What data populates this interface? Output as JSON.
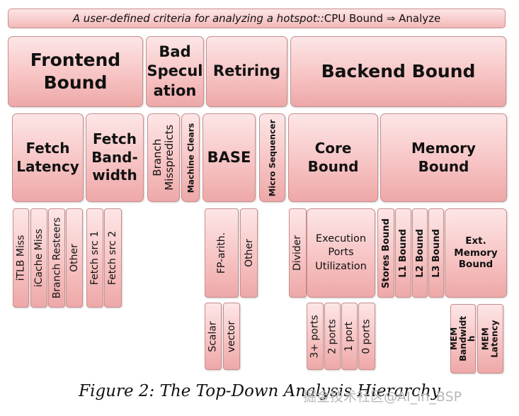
{
  "banner": {
    "italic_text": "A user-defined criteria for analyzing a hotspot::",
    "plain_text": " CPU Bound ⇒ Analyze"
  },
  "level1": {
    "frontend": "Frontend\nBound",
    "bad_spec": "Bad\nSpecul\nation",
    "retiring": "Retiring",
    "backend": "Backend Bound"
  },
  "level2": {
    "fetch_latency": "Fetch\nLatency",
    "fetch_bandwidth": "Fetch\nBand-\nwidth",
    "branch_mispredicts": "Branch\nMisspredicts",
    "machine_clears": "Machine Clears",
    "base": "BASE",
    "micro_sequencer": "Micro Sequencer",
    "core_bound": "Core\nBound",
    "memory_bound": "Memory\nBound"
  },
  "level3": {
    "itlb_miss": "iTLB Miss",
    "icache_miss": "iCache Miss",
    "branch_resteers": "Branch Resteers",
    "fl_other": "Other",
    "fetch_src1": "Fetch src 1",
    "fetch_src2": "Fetch src 2",
    "fp_arith": "FP-arith.",
    "base_other": "Other",
    "divider": "Divider",
    "exec_ports": "Execution\nPorts\nUtilization",
    "stores_bound": "Stores Bound",
    "l1_bound": "L1 Bound",
    "l2_bound": "L2 Bound",
    "l3_bound": "L3 Bound",
    "ext_memory": "Ext.\nMemory\nBound"
  },
  "level4": {
    "scalar": "Scalar",
    "vector": "vector",
    "ports3": "3+ ports",
    "ports2": "2 ports",
    "port1": "1 port",
    "ports0": "0 ports",
    "mem_bandwidth": "MEM\nBandwidt\nh",
    "mem_latency": "MEM\nLatency"
  },
  "caption": "Figure 2: The Top-Down Analysis Hierarchy",
  "watermark": "掘金技术社区@AI_in_BSP",
  "colors": {
    "box_top": "#fde6e6",
    "box_bottom": "#eea8a8",
    "border": "#c98d8d"
  }
}
